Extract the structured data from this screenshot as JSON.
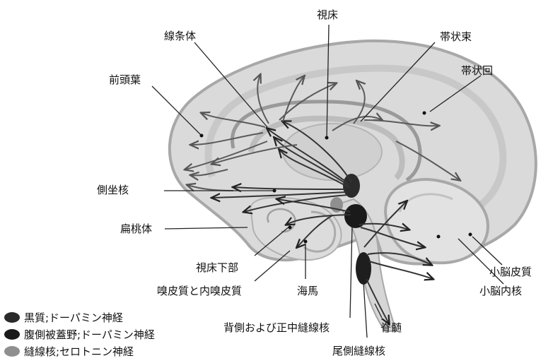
{
  "labels": {
    "thalamus": "視床",
    "striatum": "線条体",
    "cingulum": "帯状束",
    "prefrontal": "前頭葉",
    "cingulate_gyrus": "帯状回",
    "nucleus_accumbens": "側坐核",
    "amygdala": "扁桃体",
    "hypothalamus": "視床下部",
    "olfactory_entorhinal": "嗅皮質と内嗅皮質",
    "hippocampus": "海馬",
    "cerebellar_cortex": "小脳皮質",
    "cerebellar_nuclei": "小脳内核",
    "dorsal_median_raphe": "背側および正中縫線核",
    "spinal_cord": "脊髄",
    "caudal_raphe": "尾側縫線核"
  },
  "legend": [
    {
      "text": "黒質;ドーパミン神経",
      "color": "#2b2b2b"
    },
    {
      "text": "腹側被蓋野;ドーパミン神経",
      "color": "#1a1a1a"
    },
    {
      "text": "縫線核;セロトニン神経",
      "color": "#8f8f8f"
    }
  ]
}
